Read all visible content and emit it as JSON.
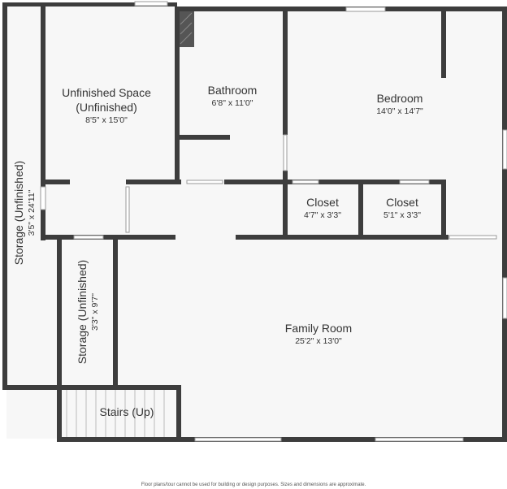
{
  "rooms": {
    "unfinished_space": {
      "name": "Unfinished Space",
      "name2": "(Unfinished)",
      "dims": "8'5\" x 15'0\""
    },
    "bathroom": {
      "name": "Bathroom",
      "dims": "6'8\" x 11'0\""
    },
    "bedroom": {
      "name": "Bedroom",
      "dims": "14'0\" x 14'7\""
    },
    "closet_1": {
      "name": "Closet",
      "dims": "4'7\" x 3'3\""
    },
    "closet_2": {
      "name": "Closet",
      "dims": "5'1\" x 3'3\""
    },
    "storage_left": {
      "name": "Storage (Unfinished)",
      "dims": "3'5\" x 24'11\""
    },
    "storage_inner": {
      "name": "Storage (Unfinished)",
      "dims": "3'3\" x 9'7\""
    },
    "family_room": {
      "name": "Family Room",
      "dims": "25'2\" x 13'0\""
    },
    "stairs": {
      "name": "Stairs (Up)"
    }
  },
  "disclaimer": "Floor plans/tour cannot be used for building or design purposes. Sizes and dimensions are approximate.",
  "colors": {
    "wall": "#3d3d3d",
    "floor": "#f7f7f7",
    "window": "#ffffff"
  }
}
